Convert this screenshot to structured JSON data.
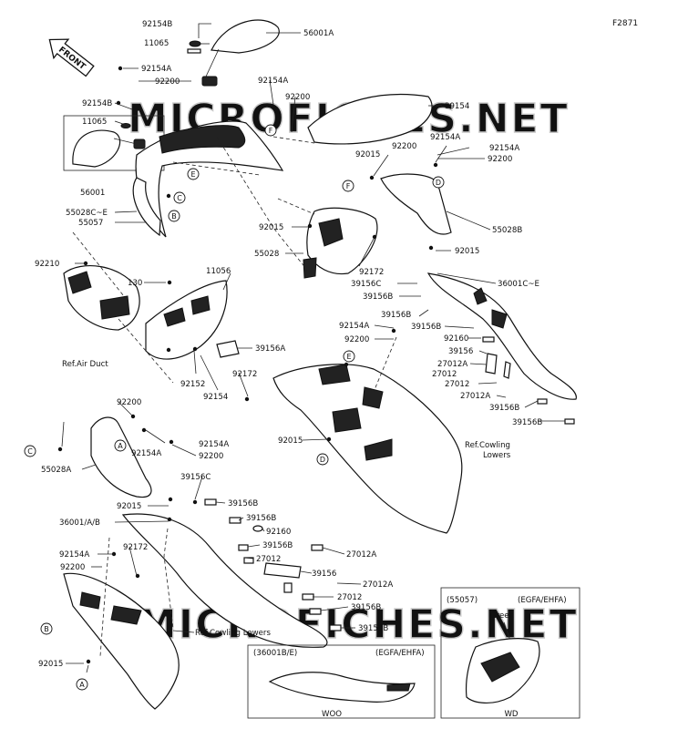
{
  "figure_code": "F2871",
  "front_arrow": "FRONT",
  "watermark": "MICROFICHES.NET",
  "part_labels": [
    "92154B",
    "11065",
    "56001A",
    "92154A",
    "92200",
    "92154B",
    "11065",
    "56001",
    "55028C~E",
    "55057",
    "92154A",
    "92200",
    "39154",
    "92015",
    "92200",
    "92154A",
    "92154A",
    "92200",
    "92015",
    "55028",
    "92172",
    "55028B",
    "92015",
    "92210",
    "130",
    "11056",
    "36001C~E",
    "39156C",
    "39156B",
    "39156B",
    "92154A",
    "39156B",
    "92200",
    "92160",
    "39156",
    "27012A",
    "27012",
    "27012",
    "27012A",
    "39156B",
    "39156B",
    "39156A",
    "92152",
    "92154",
    "92172",
    "92015",
    "92200",
    "92154A",
    "92154A",
    "92200",
    "55028A",
    "39156C",
    "92015",
    "39156B",
    "36001/A/B",
    "39156B",
    "92160",
    "39156B",
    "27012",
    "27012A",
    "92154A",
    "92172",
    "92200",
    "39156",
    "27012A",
    "27012",
    "39156B",
    "39156B",
    "92015"
  ],
  "reference_notes": [
    "Ref.Air Duct",
    "Ref.Cowling\nLowers",
    "Ref.Cowling Lowers"
  ],
  "markers": [
    "F",
    "E",
    "C",
    "B",
    "F",
    "D",
    "E",
    "D",
    "C",
    "A",
    "B",
    "A"
  ],
  "inset_left": {
    "part": "(36001B/E)",
    "variant": "(EGFA/EHFA)",
    "footer": "WOO"
  },
  "inset_right": {
    "part": "(55057)",
    "variant": "(EGFA/EHFA)",
    "color_note": "Green",
    "footer": "WD"
  }
}
